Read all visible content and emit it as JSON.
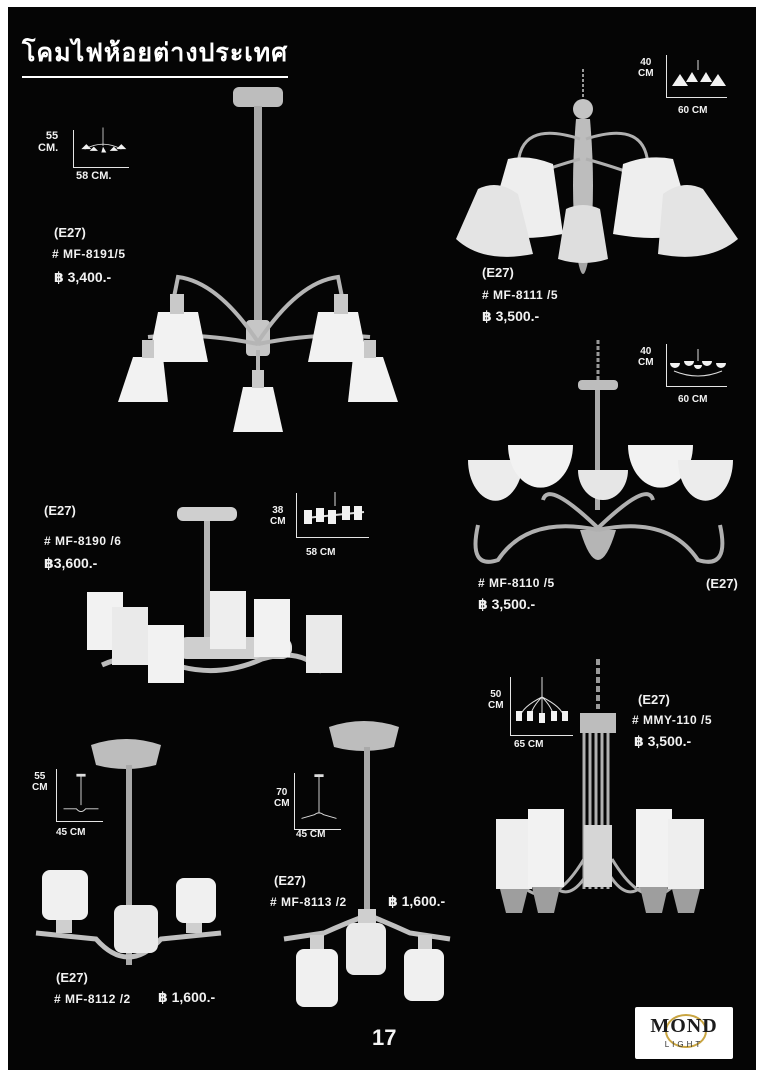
{
  "page": {
    "title": "โคมไฟห้อยต่างประเทศ",
    "page_number": "17",
    "logo": {
      "word": "MOND",
      "sub": "LIGHT",
      "ring_color": "#c9a542"
    }
  },
  "colors": {
    "background": "#050505",
    "text": "#f2f2f2",
    "metal": "#c8c8c8",
    "glass": "#f2f2f2"
  },
  "products": [
    {
      "socket": "(E27)",
      "code": "# MF-8191/5",
      "price": "฿ 3,400.-",
      "height": "55\nCM.",
      "width": "58 CM."
    },
    {
      "socket": "(E27)",
      "code": "# MF-8111 /5",
      "price": "฿ 3,500.-",
      "height": "40\nCM",
      "width": "60 CM"
    },
    {
      "socket": "(E27)",
      "code": "# MF-8110 /5",
      "price": "฿ 3,500.-",
      "height": "40\nCM",
      "width": "60 CM"
    },
    {
      "socket": "(E27)",
      "code": "# MF-8190 /6",
      "price": "฿3,600.-",
      "height": "38\nCM",
      "width": "58 CM"
    },
    {
      "socket": "(E27)",
      "code": "# MMY-110 /5",
      "price": "฿ 3,500.-",
      "height": "50\nCM",
      "width": "65 CM"
    },
    {
      "socket": "(E27)",
      "code": "# MF-8112 /2",
      "price": "฿ 1,600.-",
      "height": "55\nCM",
      "width": "45 CM"
    },
    {
      "socket": "(E27)",
      "code": "# MF-8113 /2",
      "price": "฿ 1,600.-",
      "height": "70\nCM",
      "width": "45 CM"
    }
  ]
}
